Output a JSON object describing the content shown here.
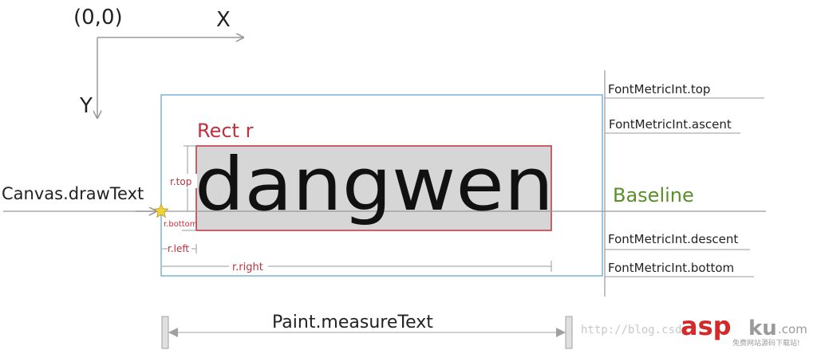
{
  "axes": {
    "origin": "(0,0)",
    "x": "X",
    "y": "Y"
  },
  "main_text": "dangwen",
  "rect_label": "Rect r",
  "draw_text_label": "Canvas.drawText",
  "baseline_label": "Baseline",
  "metrics": {
    "top": "FontMetricInt.top",
    "ascent": "FontMetricInt.ascent",
    "descent": "FontMetricInt.descent",
    "bottom": "FontMetricInt.bottom"
  },
  "rect_dims": {
    "top": "r.top",
    "bottom": "r.bottom",
    "left": "r.left",
    "right": "r.right"
  },
  "measure_label": "Paint.measureText",
  "watermark": {
    "blog": "http://blog.csdn.",
    "logo_a": "asp",
    "logo_b": "ku",
    "logo_c": ".com",
    "tagline": "免费网站源码下载站!"
  },
  "colors": {
    "rect_red": "#c0303f",
    "baseline_green": "#5a8f2a",
    "frame_blue": "#7ab3d6",
    "gray": "#999999",
    "highlight": "#d6d6d6",
    "star": "#f0d23c"
  }
}
